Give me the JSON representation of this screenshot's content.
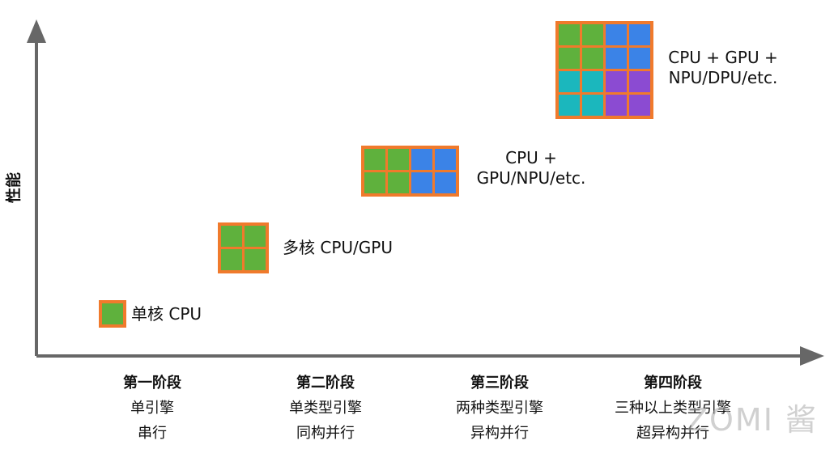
{
  "colors": {
    "axis": "#676767",
    "frame": "#f07a2c",
    "green": "#5fb13d",
    "blue": "#3b83e7",
    "teal": "#1bb7bd",
    "purple": "#8b4bd2"
  },
  "axis_label": "性能",
  "chips": [
    {
      "label_lines": [
        "单核 CPU"
      ],
      "grid": [
        [
          "green"
        ]
      ]
    },
    {
      "label_lines": [
        "多核 CPU/GPU"
      ],
      "grid": [
        [
          "green",
          "green"
        ],
        [
          "green",
          "green"
        ]
      ]
    },
    {
      "label_lines": [
        "CPU +",
        "GPU/NPU/etc."
      ],
      "grid": [
        [
          "green",
          "green",
          "blue",
          "blue"
        ],
        [
          "green",
          "green",
          "blue",
          "blue"
        ]
      ]
    },
    {
      "label_lines": [
        "CPU + GPU +",
        "NPU/DPU/etc."
      ],
      "grid": [
        [
          "green",
          "green",
          "blue",
          "blue"
        ],
        [
          "green",
          "green",
          "blue",
          "blue"
        ],
        [
          "teal",
          "teal",
          "purple",
          "purple"
        ],
        [
          "teal",
          "teal",
          "purple",
          "purple"
        ]
      ]
    }
  ],
  "stages": [
    {
      "title": "第一阶段",
      "line1": "单引擎",
      "line2": "串行"
    },
    {
      "title": "第二阶段",
      "line1": "单类型引擎",
      "line2": "同构并行"
    },
    {
      "title": "第三阶段",
      "line1": "两种类型引擎",
      "line2": "异构并行"
    },
    {
      "title": "第四阶段",
      "line1": "三种以上类型引擎",
      "line2": "超异构并行"
    }
  ],
  "watermark": "ZOMI 酱"
}
